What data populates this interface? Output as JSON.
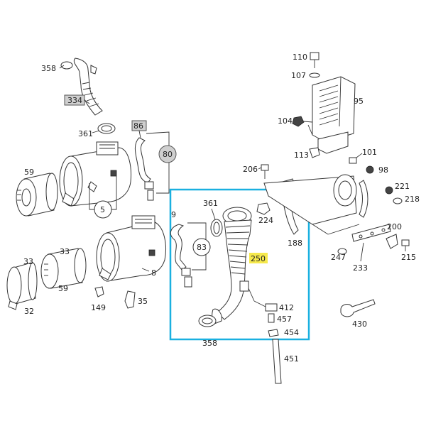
{
  "highlight_color": "#1ab0e0",
  "label_highlight_color": "#f6e94c",
  "labels": {
    "p110": "110",
    "p107": "107",
    "p95": "95",
    "p104": "104",
    "p113": "113",
    "p101": "101",
    "p98": "98",
    "p206": "206",
    "p221": "221",
    "p218": "218",
    "p358a": "358",
    "p334": "334",
    "p361a": "361",
    "p86": "86",
    "p80": "80",
    "p59a": "59",
    "p5": "5",
    "p9": "9",
    "p361b": "361",
    "p224": "224",
    "p188": "188",
    "p200": "200",
    "p83": "83",
    "p250": "250",
    "p247": "247",
    "p233": "233",
    "p215": "215",
    "p33a": "33",
    "p8": "8",
    "p33b": "33",
    "p59b": "59",
    "p32": "32",
    "p149": "149",
    "p35": "35",
    "p412": "412",
    "p457": "457",
    "p454": "454",
    "p358b": "358",
    "p430": "430",
    "p451": "451"
  }
}
